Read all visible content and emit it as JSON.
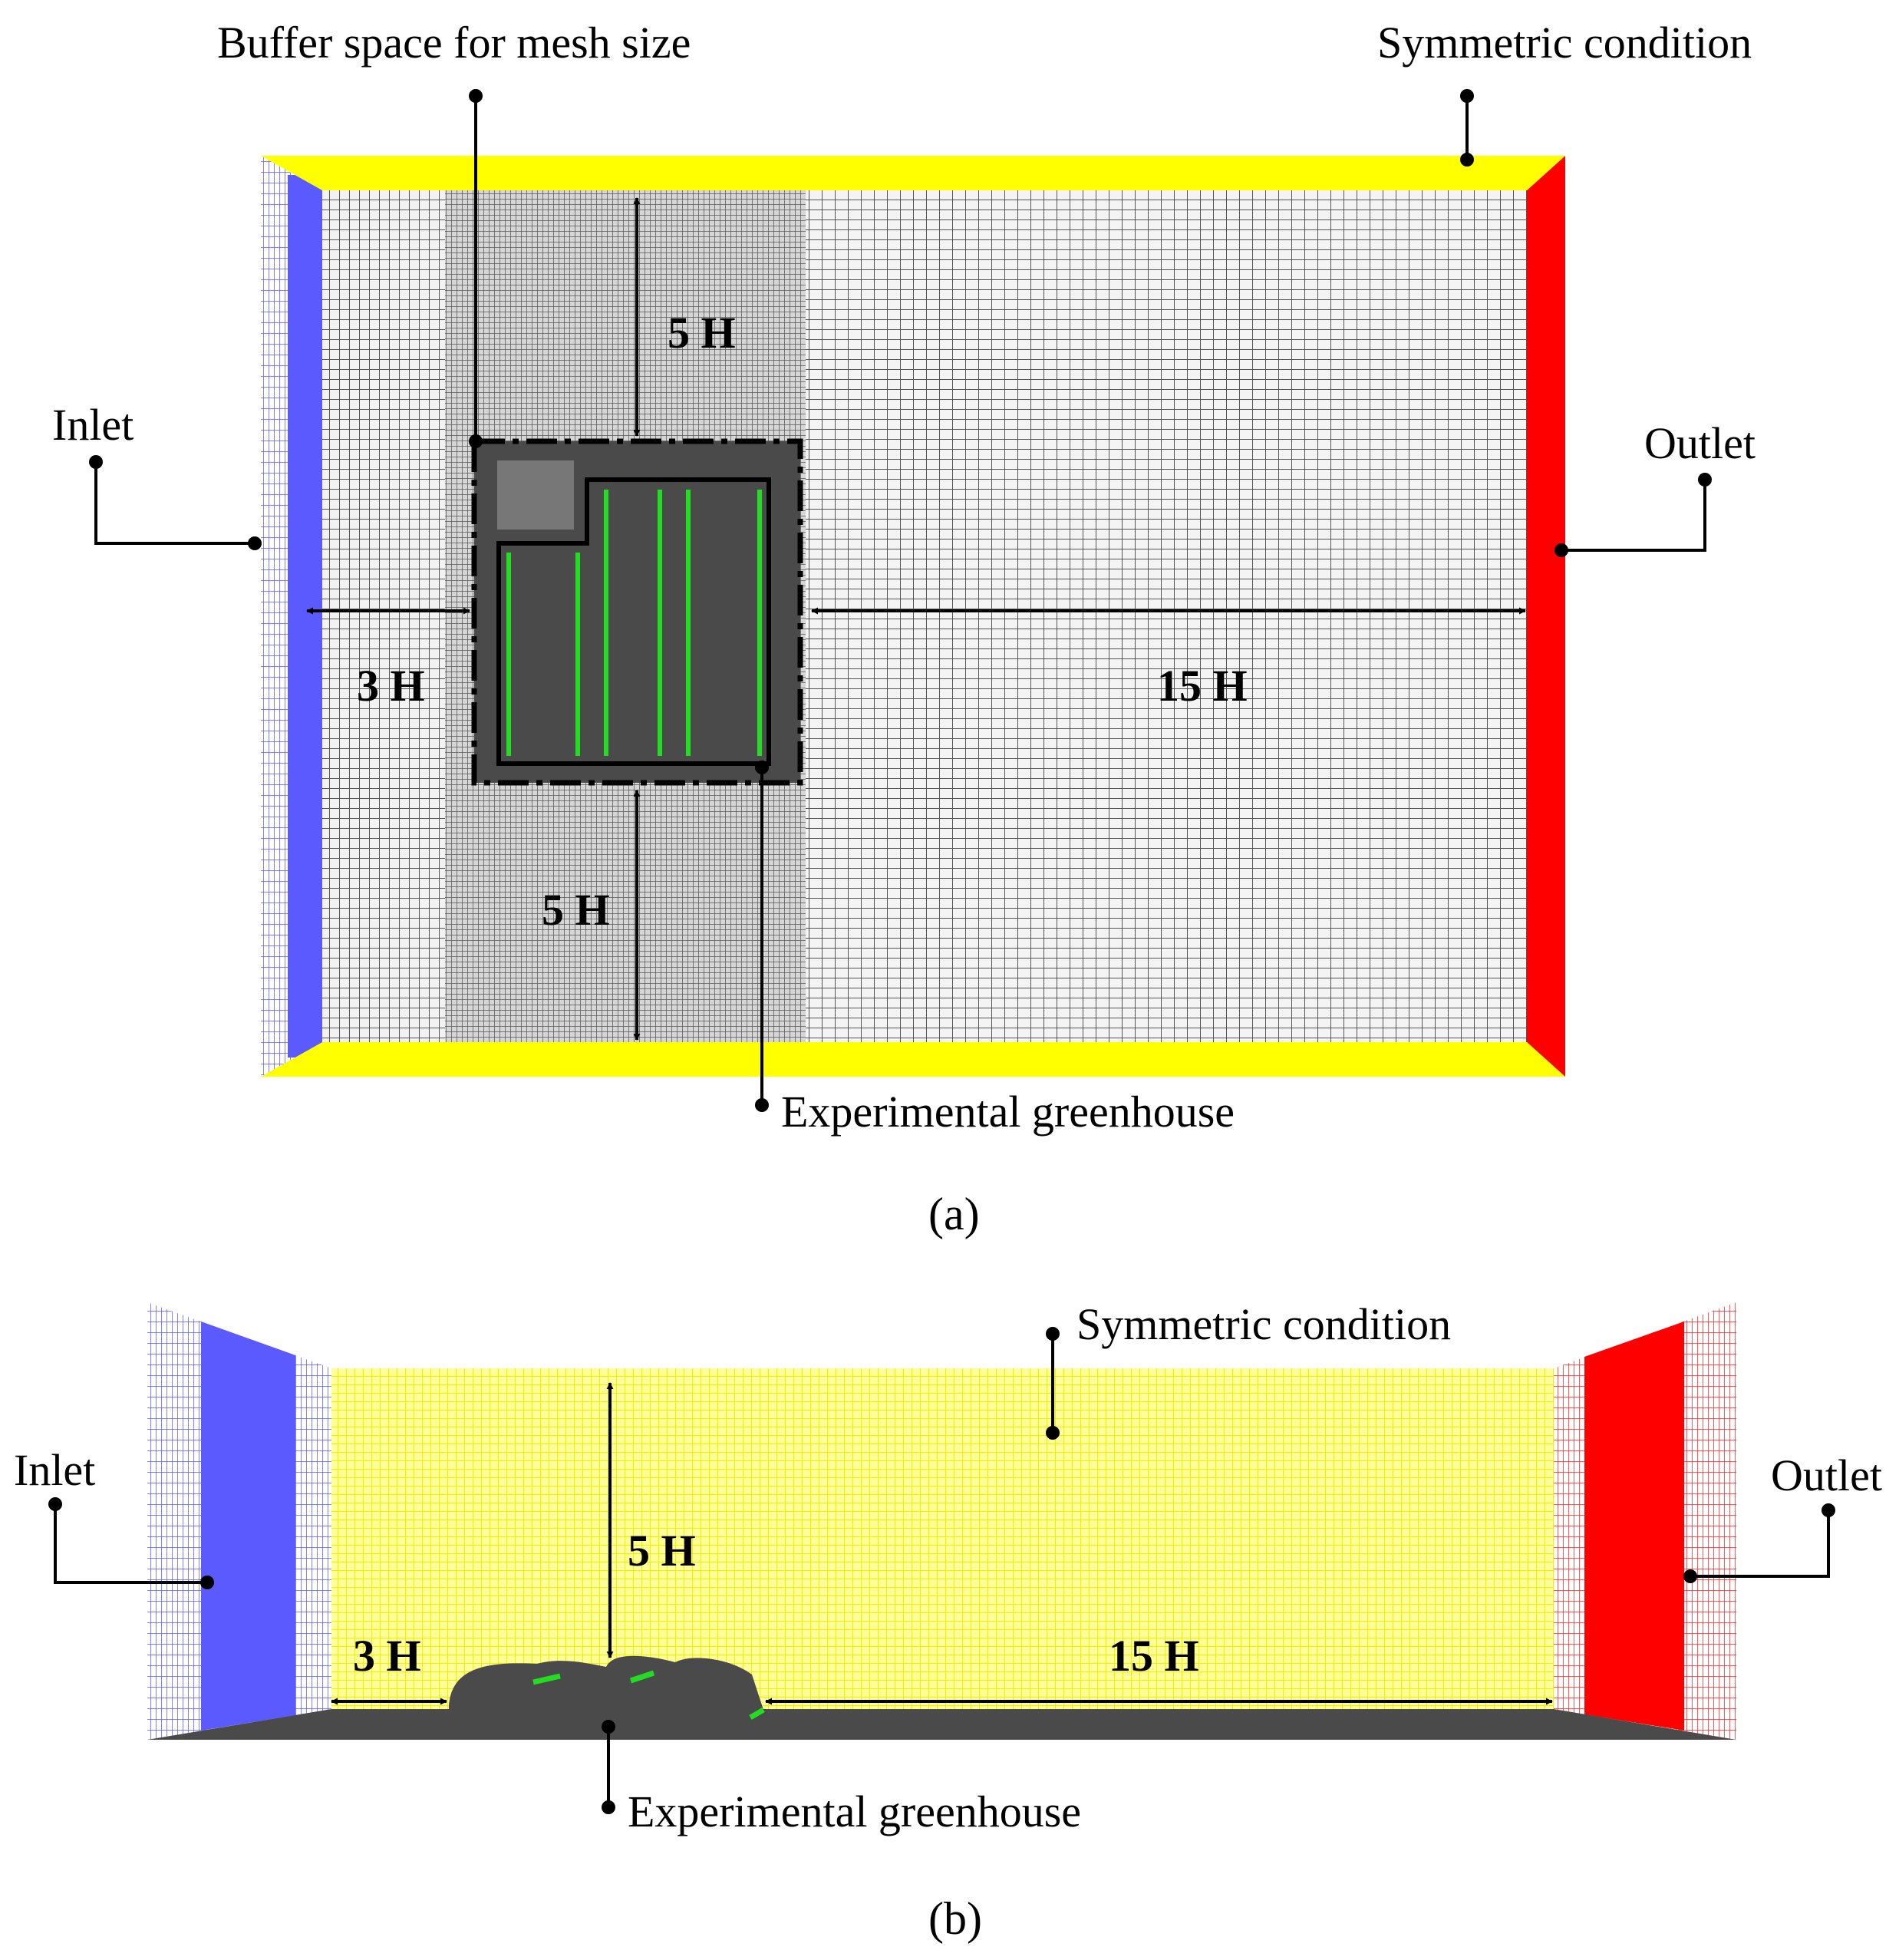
{
  "panel_a": {
    "label_buffer": "Buffer space for mesh size",
    "label_symmetric": "Symmetric condition",
    "label_inlet": "Inlet",
    "label_outlet": "Outlet",
    "label_greenhouse": "Experimental greenhouse",
    "dim_top": "5 H",
    "dim_left": "3 H",
    "dim_right": "15 H",
    "dim_bottom": "5 H",
    "caption": "(a)"
  },
  "panel_b": {
    "label_symmetric": "Symmetric condition",
    "label_inlet": "Inlet",
    "label_outlet": "Outlet",
    "label_greenhouse": "Experimental greenhouse",
    "dim_height": "5 H",
    "dim_left": "3 H",
    "dim_right": "15 H",
    "caption": "(b)"
  },
  "colors": {
    "inlet": "#5a5aff",
    "outlet": "#ff0000",
    "symmetric": "#ffff00",
    "mesh_line": "#5c5c5c",
    "greenhouse": "#4a4a4a",
    "crop_rows": "#22dd22"
  }
}
